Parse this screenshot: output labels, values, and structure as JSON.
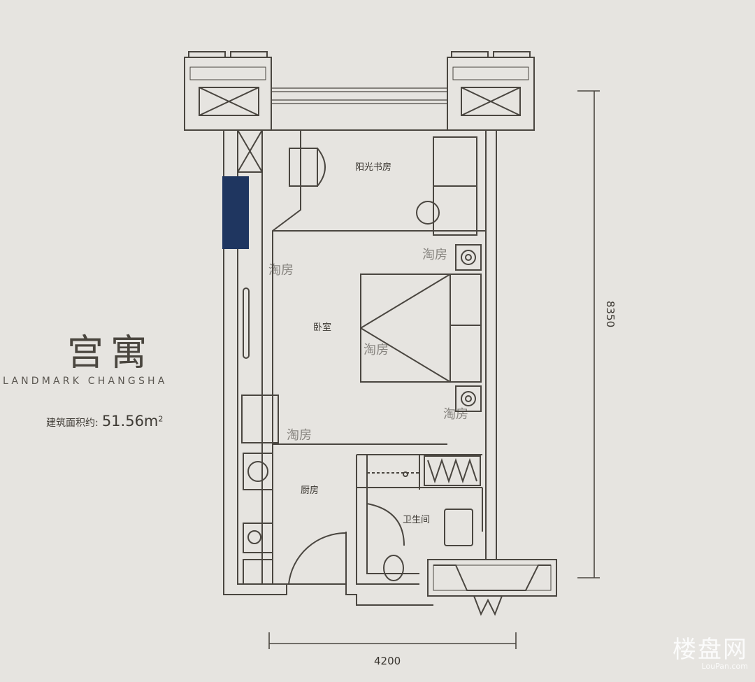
{
  "brand": {
    "title_cn": "宫寓",
    "title_en": "LANDMARK CHANGSHA",
    "area_label": "建筑面积约:",
    "area_value": "51.56m",
    "area_sup": "2"
  },
  "rooms": {
    "study": "阳光书房",
    "bedroom": "卧室",
    "kitchen": "厨房",
    "bathroom": "卫生间"
  },
  "dimensions": {
    "width": "4200",
    "height": "8350"
  },
  "watermark": {
    "text": "淘房"
  },
  "site_logo": {
    "text_cn": "楼盘网",
    "url_text": "LouPan.com"
  },
  "colors": {
    "background": "#e6e4e0",
    "wall": "#4a4640",
    "accent_blue": "#1f3660"
  }
}
